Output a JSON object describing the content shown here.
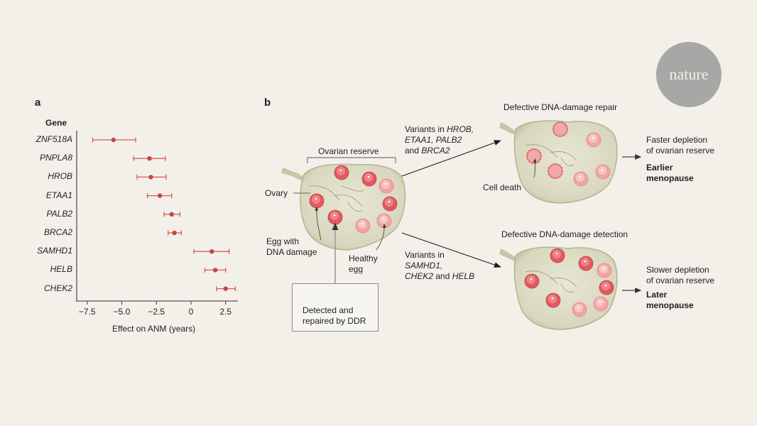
{
  "logo": {
    "text": "nature",
    "color": "#a7a7a5"
  },
  "panel_a": {
    "label": "a",
    "gene_header": "Gene",
    "chart_data": {
      "type": "scatter",
      "subtype": "forest-plot",
      "title": "",
      "xlabel": "Effect on ANM (years)",
      "ylabel": "Gene",
      "xlim": [
        -8.5,
        3.3
      ],
      "xticks": [
        -7.5,
        -5.0,
        -2.5,
        0,
        2.5
      ],
      "xtick_labels": [
        "−7.5",
        "−5.0",
        "−2.5",
        "0",
        "2.5"
      ],
      "grid": false,
      "marker_color": "#c8453f",
      "categories": [
        "ZNF518A",
        "PNPLA8",
        "HROB",
        "ETAA1",
        "PALB2",
        "BRCA2",
        "SAMHD1",
        "HELB",
        "CHEK2"
      ],
      "values": [
        -5.6,
        -3.0,
        -2.9,
        -2.25,
        -1.4,
        -1.2,
        1.5,
        1.75,
        2.5
      ],
      "ci_low": [
        -7.1,
        -4.15,
        -3.9,
        -3.15,
        -1.95,
        -1.65,
        0.2,
        1.0,
        1.85
      ],
      "ci_high": [
        -4.0,
        -1.85,
        -1.8,
        -1.4,
        -0.8,
        -0.7,
        2.75,
        2.5,
        3.2
      ]
    }
  },
  "panel_b": {
    "label": "b",
    "ovarian_reserve": "Ovarian reserve",
    "ovary": "Ovary",
    "egg_damage": [
      "Egg with",
      "DNA damage"
    ],
    "healthy_egg": [
      "Healthy",
      "egg"
    ],
    "ddr_box": [
      "Detected and",
      "repaired by DDR"
    ],
    "upper_path": {
      "variants": {
        "line1_prefix": "Variants in ",
        "line1_gene": "HROB,",
        "line2": "ETAA1, PALB2",
        "line3_prefix": "and ",
        "line3_gene": "BRCA2"
      },
      "title": "Defective DNA-damage repair",
      "cell_death": "Cell death",
      "outcome": [
        "Faster depletion",
        "of ovarian reserve"
      ],
      "result": [
        "Earlier",
        "menopause"
      ]
    },
    "lower_path": {
      "variants": {
        "line1": "Variants in",
        "line2": "SAMHD1,",
        "line3_gene1": "CHEK2",
        "line3_mid": " and ",
        "line3_gene2": "HELB"
      },
      "title": "Defective DNA-damage detection",
      "outcome": [
        "Slower depletion",
        "of ovarian reserve"
      ],
      "result": [
        "Later",
        "menopause"
      ]
    },
    "colors": {
      "ovary_fill": "#dcdcc4",
      "egg_dark": "#e05a60",
      "egg_light": "#f2a4a4",
      "dead_cell": "#f0a8a8"
    }
  }
}
